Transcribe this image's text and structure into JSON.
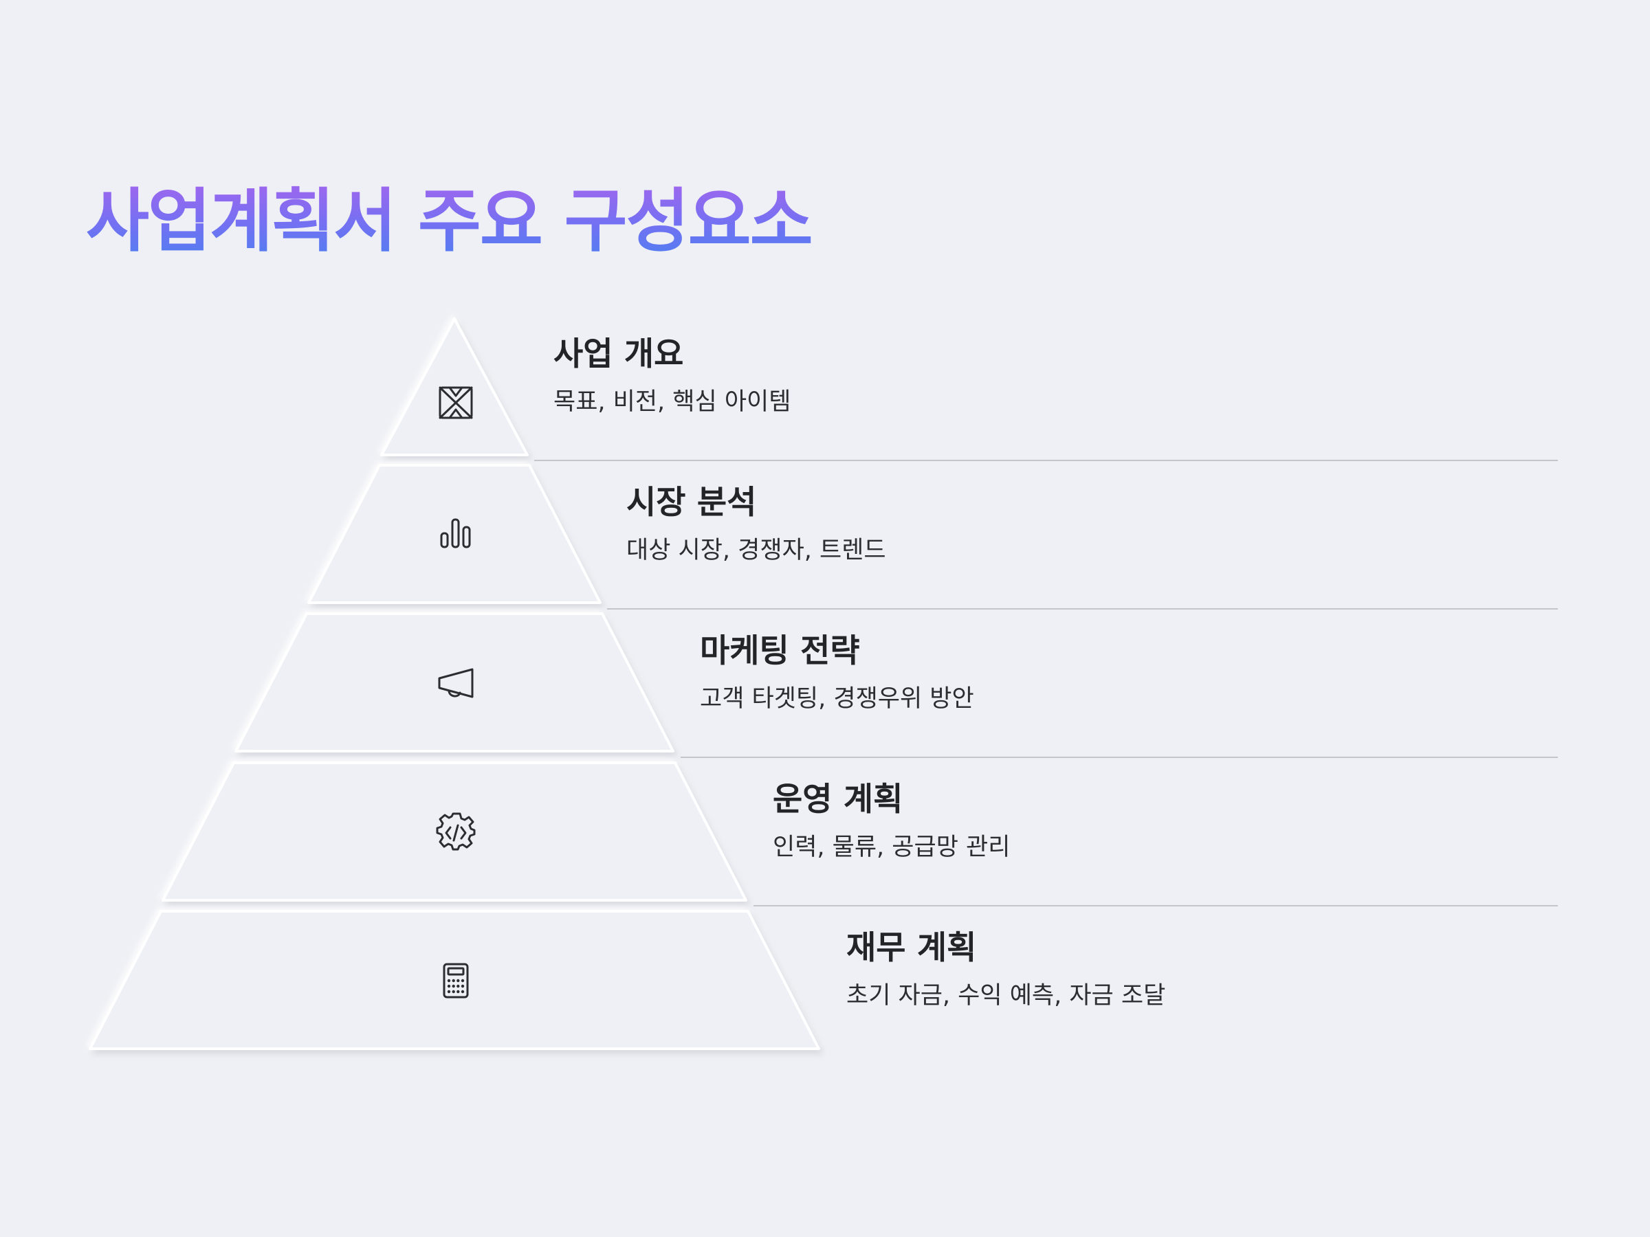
{
  "title": "사업계획서 주요 구성요소",
  "tiers": [
    {
      "icon": "blueprint-icon",
      "title": "사업 개요",
      "desc": "목표, 비전, 핵심 아이템"
    },
    {
      "icon": "bar-chart-icon",
      "title": "시장 분석",
      "desc": "대상 시장, 경쟁자, 트렌드"
    },
    {
      "icon": "megaphone-icon",
      "title": "마케팅 전략",
      "desc": "고객 타겟팅, 경쟁우위 방안"
    },
    {
      "icon": "gear-code-icon",
      "title": "운영 계획",
      "desc": "인력, 물류, 공급망 관리"
    },
    {
      "icon": "calculator-icon",
      "title": "재무 계획",
      "desc": "초기 자금, 수익 예측, 자금 조달"
    }
  ],
  "colors": {
    "background": "#eff0f5",
    "text": "#222428",
    "divider": "#c4c5cb",
    "title_gradient": [
      "#a266ee",
      "#4d7ff0"
    ]
  }
}
